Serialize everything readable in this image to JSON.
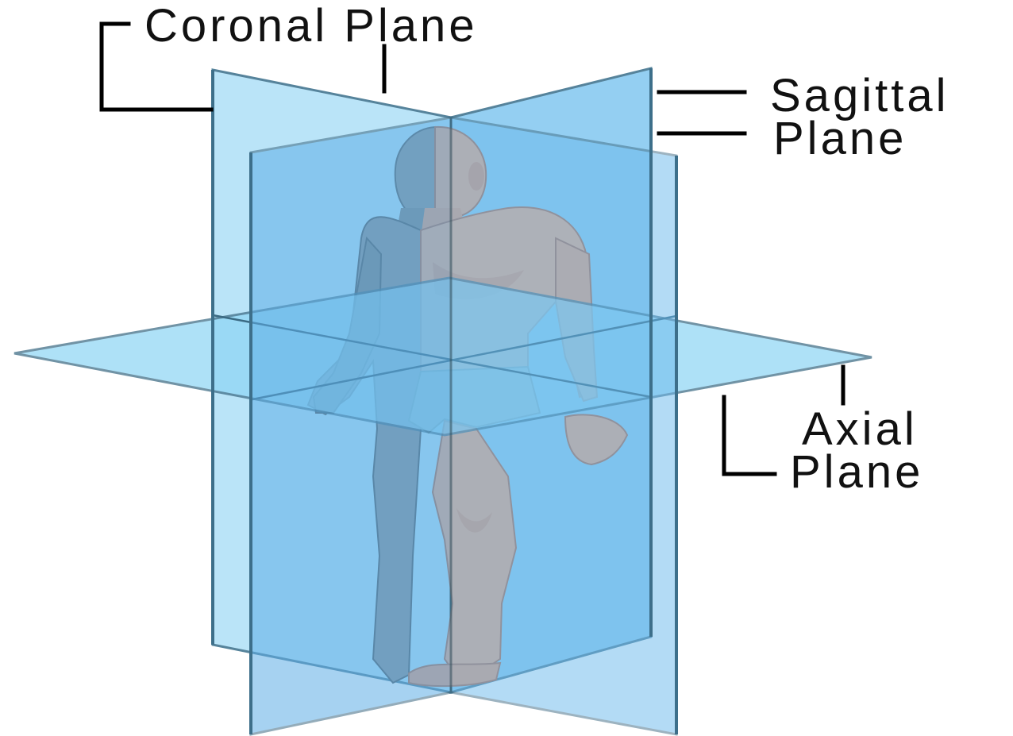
{
  "labels": {
    "coronal": "Coronal Plane",
    "sagittal_line1": "Sagittal",
    "sagittal_line2": "Plane",
    "axial_line1": "Axial",
    "axial_line2": "Plane"
  },
  "colors": {
    "plane_fill_light": "#a9ddf7",
    "plane_fill_mid": "#7fc4ef",
    "plane_fill_dark": "#5faee6",
    "plane_edge": "#3d6f8a",
    "skin": "#f2a882",
    "skin_shadow": "#d8805e",
    "gray_half": "#8a8d92",
    "shorts": "#a7b6b0"
  }
}
